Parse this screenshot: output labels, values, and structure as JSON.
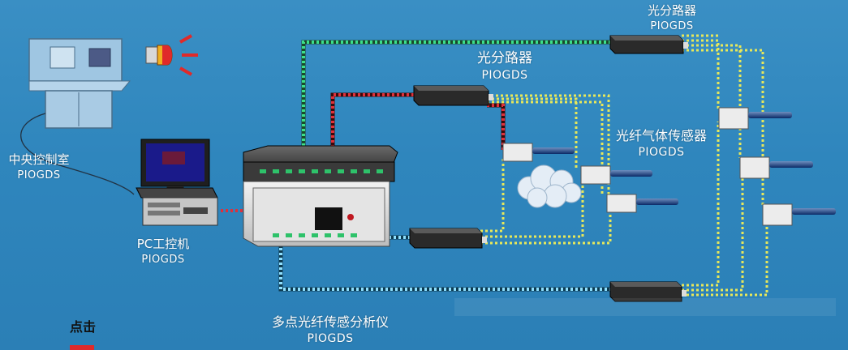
{
  "labels": {
    "splitter_top": {
      "name": "光分路器",
      "model": "PIOGDS"
    },
    "splitter_mid": {
      "name": "光分路器",
      "model": "PIOGDS"
    },
    "gas_sensor": {
      "name": "光纤气体传感器",
      "model": "PIOGDS"
    },
    "control_room": {
      "name": "中央控制室",
      "model": "PIOGDS"
    },
    "pc": {
      "name": "PC工控机",
      "model": "PIOGDS"
    },
    "analyzer": {
      "name": "多点光纤传感分析仪",
      "model": "PIOGDS"
    },
    "click": "点击"
  },
  "colors": {
    "background": "#2f86bd",
    "fiber_green": "#3ce08a",
    "fiber_red": "#e0303a",
    "fiber_yellow": "#e8e85a",
    "fiber_cyan": "#8ee0ff",
    "alarm": "#e02a2a"
  }
}
